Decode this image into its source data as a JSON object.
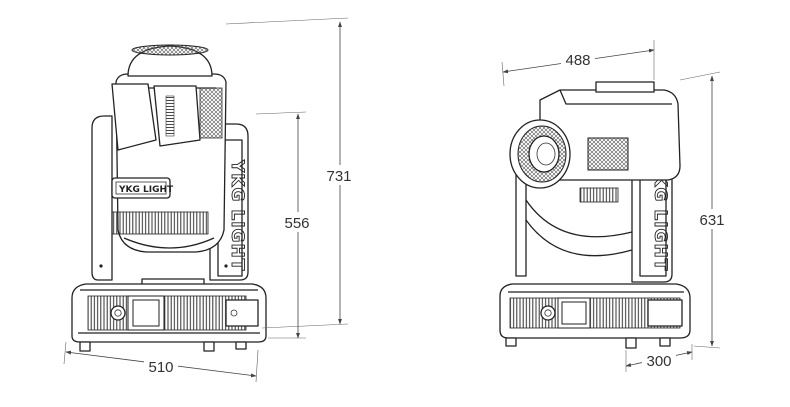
{
  "brand": "YKG LIGHT",
  "dimensions": {
    "front_total_height": "731",
    "front_body_height": "556",
    "front_base_width": "510",
    "side_head_width": "488",
    "side_height": "631",
    "side_base_depth": "300"
  }
}
